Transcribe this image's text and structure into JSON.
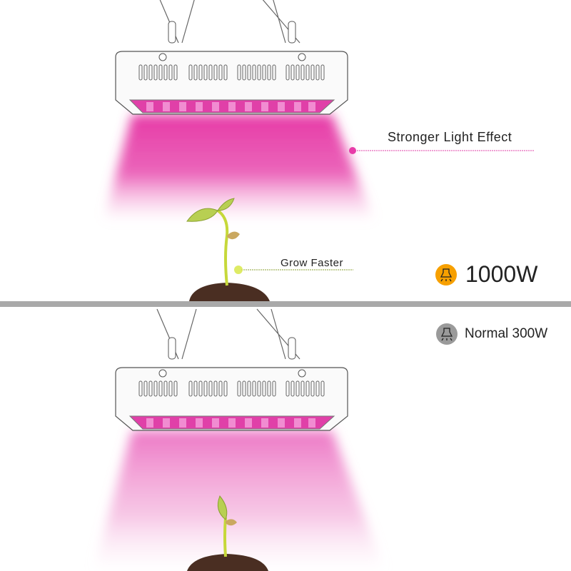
{
  "top": {
    "effect_label": "Stronger Light Effect",
    "growth_label": "Grow Faster",
    "power_label": "1000W",
    "power_icon": "lamp-icon"
  },
  "bottom": {
    "power_label": "Normal 300W",
    "power_icon": "lamp-icon"
  },
  "colors": {
    "light_magenta": "#e83aa8",
    "accent_orange": "#f7a000",
    "neutral_gray": "#9a9a9a",
    "leaf_green": "#c8dc3c",
    "divider": "#a9a9a9"
  }
}
